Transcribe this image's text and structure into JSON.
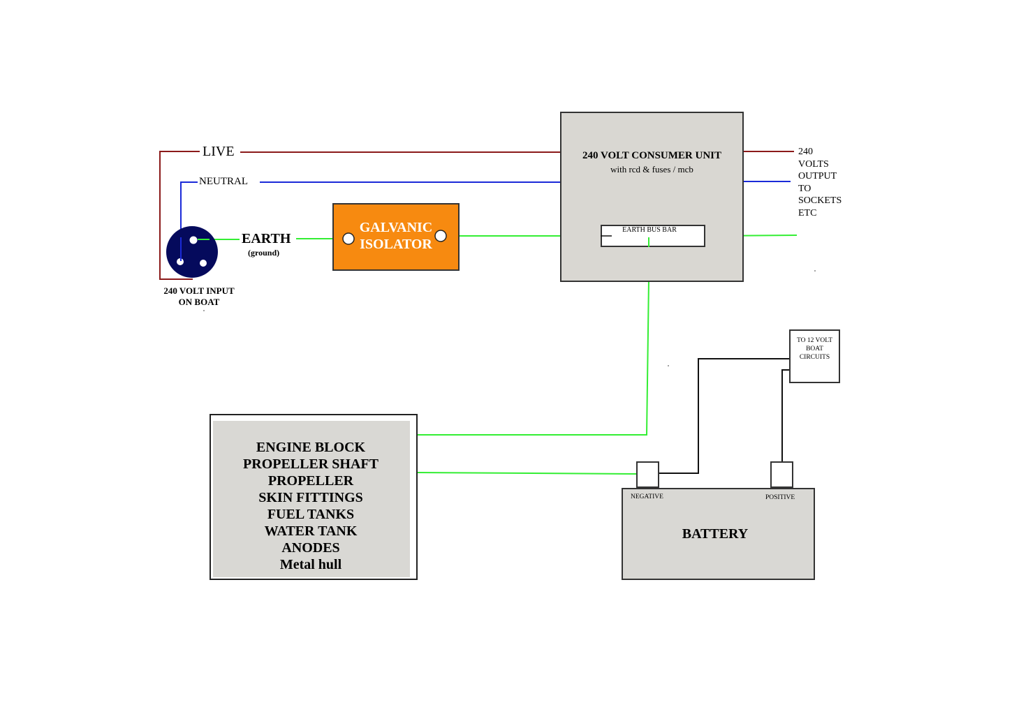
{
  "wires": {
    "live": "LIVE",
    "neutral": "NEUTRAL",
    "earth": "EARTH",
    "earth_note": "(ground)"
  },
  "input": {
    "label_lines": [
      "240 VOLT INPUT",
      "ON BOAT"
    ]
  },
  "isolator": {
    "lines": [
      "GALVANIC",
      "ISOLATOR"
    ]
  },
  "consumer_unit": {
    "title": "240 VOLT CONSUMER UNIT",
    "subtitle": "with rcd & fuses / mcb",
    "bus_bar": "EARTH BUS BAR"
  },
  "output": {
    "lines": [
      "240",
      "VOLTS",
      "OUTPUT",
      "TO",
      "SOCKETS",
      "ETC"
    ]
  },
  "twelve_volt": {
    "lines": [
      "TO 12 VOLT",
      "BOAT",
      "CIRCUITS"
    ]
  },
  "metal_parts": {
    "items": [
      "ENGINE BLOCK",
      "PROPELLER SHAFT",
      "PROPELLER",
      "SKIN FITTINGS",
      "FUEL TANKS",
      "WATER TANK",
      "ANODES",
      "Metal hull"
    ]
  },
  "battery": {
    "title": "BATTERY",
    "negative": "NEGATIVE",
    "positive": "POSITIVE"
  },
  "colors": {
    "live": "#8b1a1a",
    "neutral": "#1a2ad8",
    "earth": "#33ee33",
    "isolator": "#f78a10",
    "socket": "#050a5c",
    "panel_grey": "#d9d7d2"
  },
  "icons": {
    "shore_socket": "three-pin-socket-icon"
  }
}
